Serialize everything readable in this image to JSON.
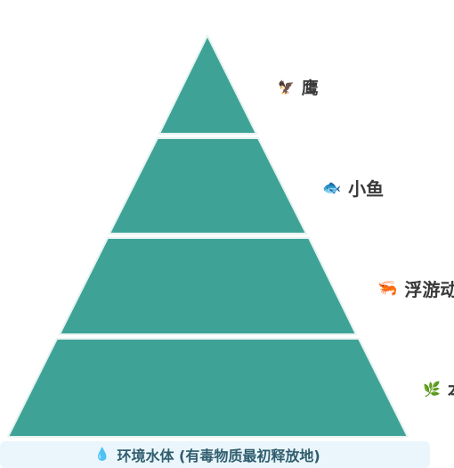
{
  "pyramid": {
    "fill_color": "#3ea396",
    "gap_color": "#e6f3f1",
    "tiers": [
      {
        "name": "鹰",
        "icon": "🦅"
      },
      {
        "name": "小鱼",
        "icon": "🐟"
      },
      {
        "name": "浮游动",
        "icon": "🦐"
      },
      {
        "name": "本",
        "icon": "🌿"
      }
    ]
  },
  "base": {
    "icon": "💧",
    "label": "环境水体 (有毒物质最初释放地)"
  }
}
